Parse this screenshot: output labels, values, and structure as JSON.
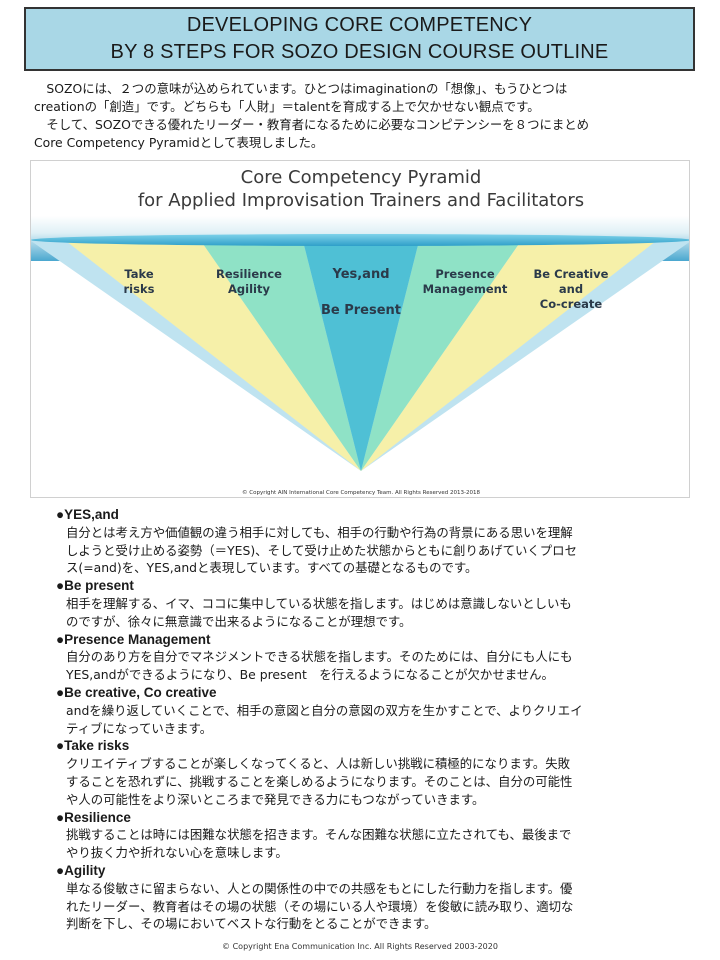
{
  "title": {
    "line1": "DEVELOPING CORE COMPETENCY",
    "line2": "BY 8 STEPS FOR SOZO DESIGN COURSE OUTLINE"
  },
  "intro": {
    "lines": [
      "　SOZOには、２つの意味が込められています。ひとつはimaginationの「想像」、もうひとつは",
      "creationの「創造」です。どちらも「人財」＝talentを育成する上で欠かせない観点です。",
      "　そして、SOZOできる優れたリーダー・教育者になるために必要なコンピテンシーを８つにまとめ",
      "Core Competency Pyramidとして表現しました。"
    ]
  },
  "pyramid": {
    "title1": "Core Competency Pyramid",
    "title2": "for Applied Improvisation Trainers and Facilitators",
    "labels": {
      "take_risks": [
        "Take",
        "risks"
      ],
      "resilience": [
        "Resilience",
        "Agility"
      ],
      "yes_and": [
        "Yes,and",
        "Be Present"
      ],
      "presence": [
        "Presence",
        "Management"
      ],
      "creative": [
        "Be Creative",
        "and",
        "Co-create"
      ]
    },
    "copyright": "© Copyright AIN International Core Competency Team. All Rights Reserved 2013-2018",
    "colors": {
      "background_top": "#2e8fbf",
      "light_blue": "#bfe3f0",
      "yellow": "#f6f0a9",
      "mint": "#8fe2c6",
      "center": "#4fc0d5",
      "rim": "#55c3e0"
    }
  },
  "sections": [
    {
      "heading": "●YES,and",
      "lines": [
        "自分とは考え方や価値観の違う相手に対しても、相手の行動や行為の背景にある思いを理解",
        "しようと受け止める姿勢（＝YES)、そして受け止めた状態からともに創りあげていくプロセ",
        "ス(=and)を、YES,andと表現しています。すべての基礎となるものです。"
      ]
    },
    {
      "heading": "●Be present",
      "lines": [
        "相手を理解する、イマ、ココに集中している状態を指します。はじめは意識しないとしいも",
        "のですが、徐々に無意識で出来るようになることが理想です。"
      ]
    },
    {
      "heading": "●Presence Management",
      "lines": [
        "自分のあり方を自分でマネジメントできる状態を指します。そのためには、自分にも人にも",
        "YES,andができるようになり、Be present　を行えるようになることが欠かせません。"
      ]
    },
    {
      "heading": "●Be creative, Co creative",
      "lines": [
        "andを繰り返していくことで、相手の意図と自分の意図の双方を生かすことで、よりクリエイ",
        "ティブになっていきます。"
      ]
    },
    {
      "heading": "●Take risks",
      "lines": [
        "クリエイティブすることが楽しくなってくると、人は新しい挑戦に積極的になります。失敗",
        "することを恐れずに、挑戦することを楽しめるようになります。そのことは、自分の可能性",
        "や人の可能性をより深いところまで発見できる力にもつながっていきます。"
      ]
    },
    {
      "heading": "●Resilience",
      "lines": [
        "挑戦することは時には困難な状態を招きます。そんな困難な状態に立たされても、最後まで",
        "やり抜く力や折れない心を意味します。"
      ]
    },
    {
      "heading": "●Agility",
      "lines": [
        "単なる俊敏さに留まらない、人との関係性の中での共感をもとにした行動力を指します。優",
        "れたリーダー、教育者はその場の状態（その場にいる人や環境）を俊敏に読み取り、適切な",
        "判断を下し、その場においてベストな行動をとることができます。"
      ]
    }
  ],
  "footer": "© Copyright Ena Communication Inc. All Rights Reserved 2003-2020"
}
